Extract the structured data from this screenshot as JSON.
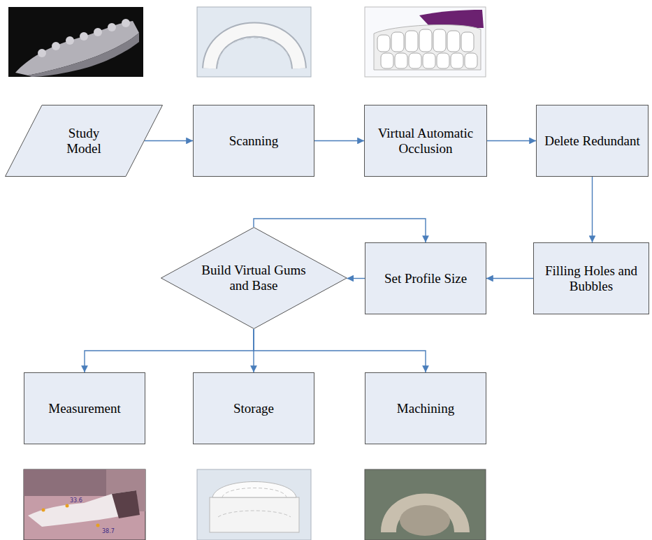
{
  "diagram": {
    "nodes": [
      {
        "text": [
          "Study Model"
        ]
      },
      {
        "text": [
          "Scanning"
        ]
      },
      {
        "text": [
          "Virtual Automatic Occlusion"
        ]
      },
      {
        "text": [
          "Delete Redundant"
        ]
      },
      {
        "text": [
          "Filling Holes and Bubbles"
        ]
      },
      {
        "text": [
          "Set Profile Size"
        ]
      },
      {
        "text": [
          "Build Virtual Gums and Base"
        ]
      },
      {
        "text": [
          "Measurement"
        ]
      },
      {
        "text": [
          "Storage"
        ]
      },
      {
        "text": [
          "Machining"
        ]
      }
    ],
    "edges": [
      {
        "from": 0,
        "to": 1,
        "arrow": "to"
      },
      {
        "from": 1,
        "to": 2,
        "arrow": "to"
      },
      {
        "from": 2,
        "to": 3,
        "arrow": "to"
      },
      {
        "from": 3,
        "to": 4,
        "arrow": "to"
      },
      {
        "from": 4,
        "to": 5,
        "arrow": "to"
      },
      {
        "from": 5,
        "to": 6,
        "arrow": "to"
      },
      {
        "from": 6,
        "to": 5,
        "arrow": "to"
      },
      {
        "from": 6,
        "to": 7,
        "arrow": "to"
      },
      {
        "from": 6,
        "to": 8,
        "arrow": "to"
      },
      {
        "from": 6,
        "to": 9,
        "arrow": "to"
      }
    ],
    "labels": [
      "33.6",
      "38.7"
    ]
  }
}
